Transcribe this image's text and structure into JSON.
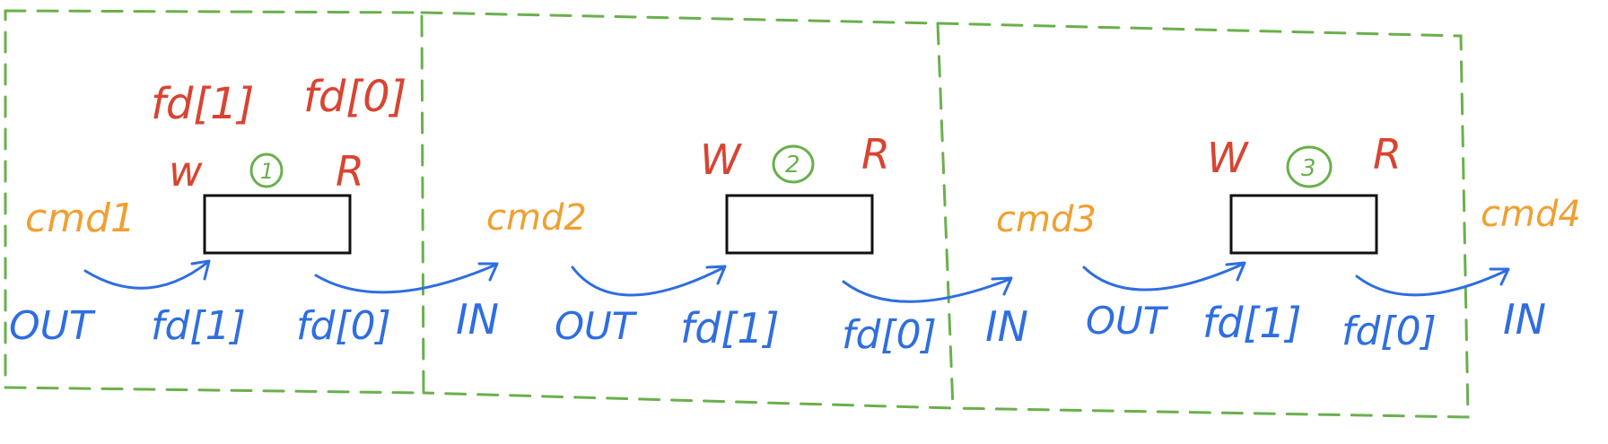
{
  "colors": {
    "red": "#d94432",
    "orange": "#f0a030",
    "blue": "#2f6ee0",
    "green": "#6ab04c",
    "black": "#111111"
  },
  "top_labels": {
    "fd1": "fd[1]",
    "fd0": "fd[0]"
  },
  "pipes": [
    {
      "write": "w",
      "read": "R",
      "number": "1"
    },
    {
      "write": "W",
      "read": "R",
      "number": "2"
    },
    {
      "write": "W",
      "read": "R",
      "number": "3"
    }
  ],
  "commands": [
    "cmd1",
    "cmd2",
    "cmd3",
    "cmd4"
  ],
  "bottom_labels": [
    "OUT",
    "fd[1]",
    "fd[0]",
    "IN",
    "OUT",
    "fd[1]",
    "fd[0]",
    "IN",
    "OUT",
    "fd[1]",
    "fd[0]",
    "IN"
  ]
}
